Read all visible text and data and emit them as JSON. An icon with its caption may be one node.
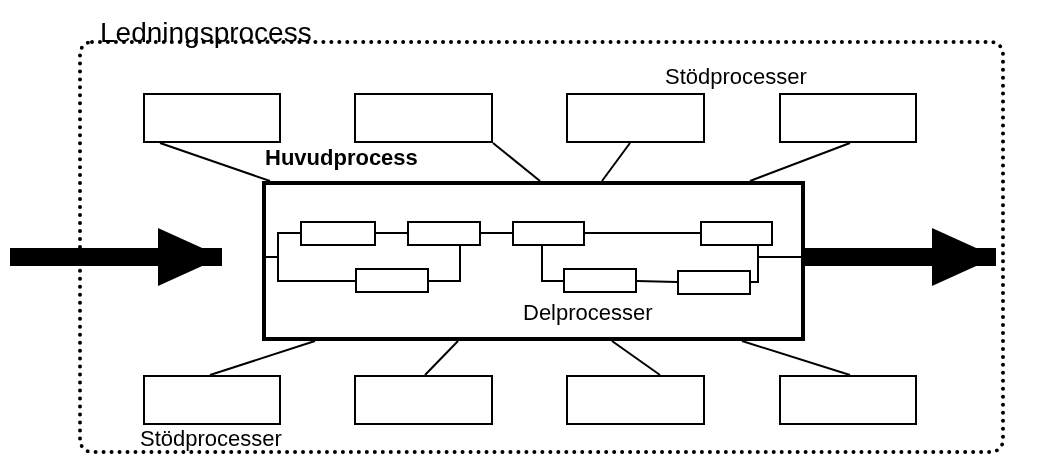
{
  "diagram": {
    "nodes": [
      {
        "text": [
          "Ledningsprocess"
        ]
      },
      {
        "text": [],
        "shape": "box",
        "in": 0
      },
      {
        "text": [],
        "shape": "box",
        "in": 0
      },
      {
        "text": [],
        "shape": "box",
        "in": 0
      },
      {
        "text": [],
        "shape": "box",
        "in": 0
      },
      {
        "text": [
          "Huvudprocess",
          "Delprocesser"
        ],
        "in": 0
      },
      {
        "text": [],
        "shape": "box",
        "in": 5
      },
      {
        "text": [],
        "shape": "box",
        "in": 5
      },
      {
        "text": [],
        "shape": "box",
        "in": 5
      },
      {
        "text": [],
        "shape": "box",
        "in": 5
      },
      {
        "text": [],
        "shape": "box",
        "in": 5
      },
      {
        "text": [],
        "shape": "box",
        "in": 5
      },
      {
        "text": [],
        "shape": "box",
        "in": 5
      },
      {
        "text": [],
        "shape": "box",
        "in": 0
      },
      {
        "text": [],
        "shape": "box",
        "in": 0
      },
      {
        "text": [],
        "shape": "box",
        "in": 0
      },
      {
        "text": [],
        "shape": "box",
        "in": 0
      }
    ],
    "edges": [
      {
        "from": 1,
        "to": 5,
        "arrow": "none"
      },
      {
        "from": 2,
        "to": 5,
        "arrow": "none"
      },
      {
        "from": 3,
        "to": 5,
        "arrow": "none"
      },
      {
        "from": 4,
        "to": 5,
        "arrow": "none"
      },
      {
        "from": 5,
        "to": 13,
        "arrow": "none"
      },
      {
        "from": 5,
        "to": 14,
        "arrow": "none"
      },
      {
        "from": 5,
        "to": 15,
        "arrow": "none"
      },
      {
        "from": 5,
        "to": 16,
        "arrow": "none"
      },
      {
        "from": null,
        "to": 5,
        "arrow": "to",
        "style": "thick"
      },
      {
        "from": 5,
        "to": null,
        "arrow": "to",
        "style": "thick"
      },
      {
        "from": 5,
        "to": 6,
        "arrow": "none"
      },
      {
        "from": 5,
        "to": 9,
        "arrow": "none"
      },
      {
        "from": 6,
        "to": 7,
        "arrow": "none"
      },
      {
        "from": 9,
        "to": 7,
        "arrow": "none"
      },
      {
        "from": 7,
        "to": 8,
        "arrow": "none"
      },
      {
        "from": 8,
        "to": 12,
        "arrow": "none"
      },
      {
        "from": 8,
        "to": 10,
        "arrow": "none"
      },
      {
        "from": 10,
        "to": 11,
        "arrow": "none"
      },
      {
        "from": 11,
        "to": 12,
        "arrow": "none"
      },
      {
        "from": 12,
        "to": 5,
        "arrow": "none"
      }
    ],
    "labels": [
      "Stödprocesser",
      "Stödprocesser"
    ]
  }
}
